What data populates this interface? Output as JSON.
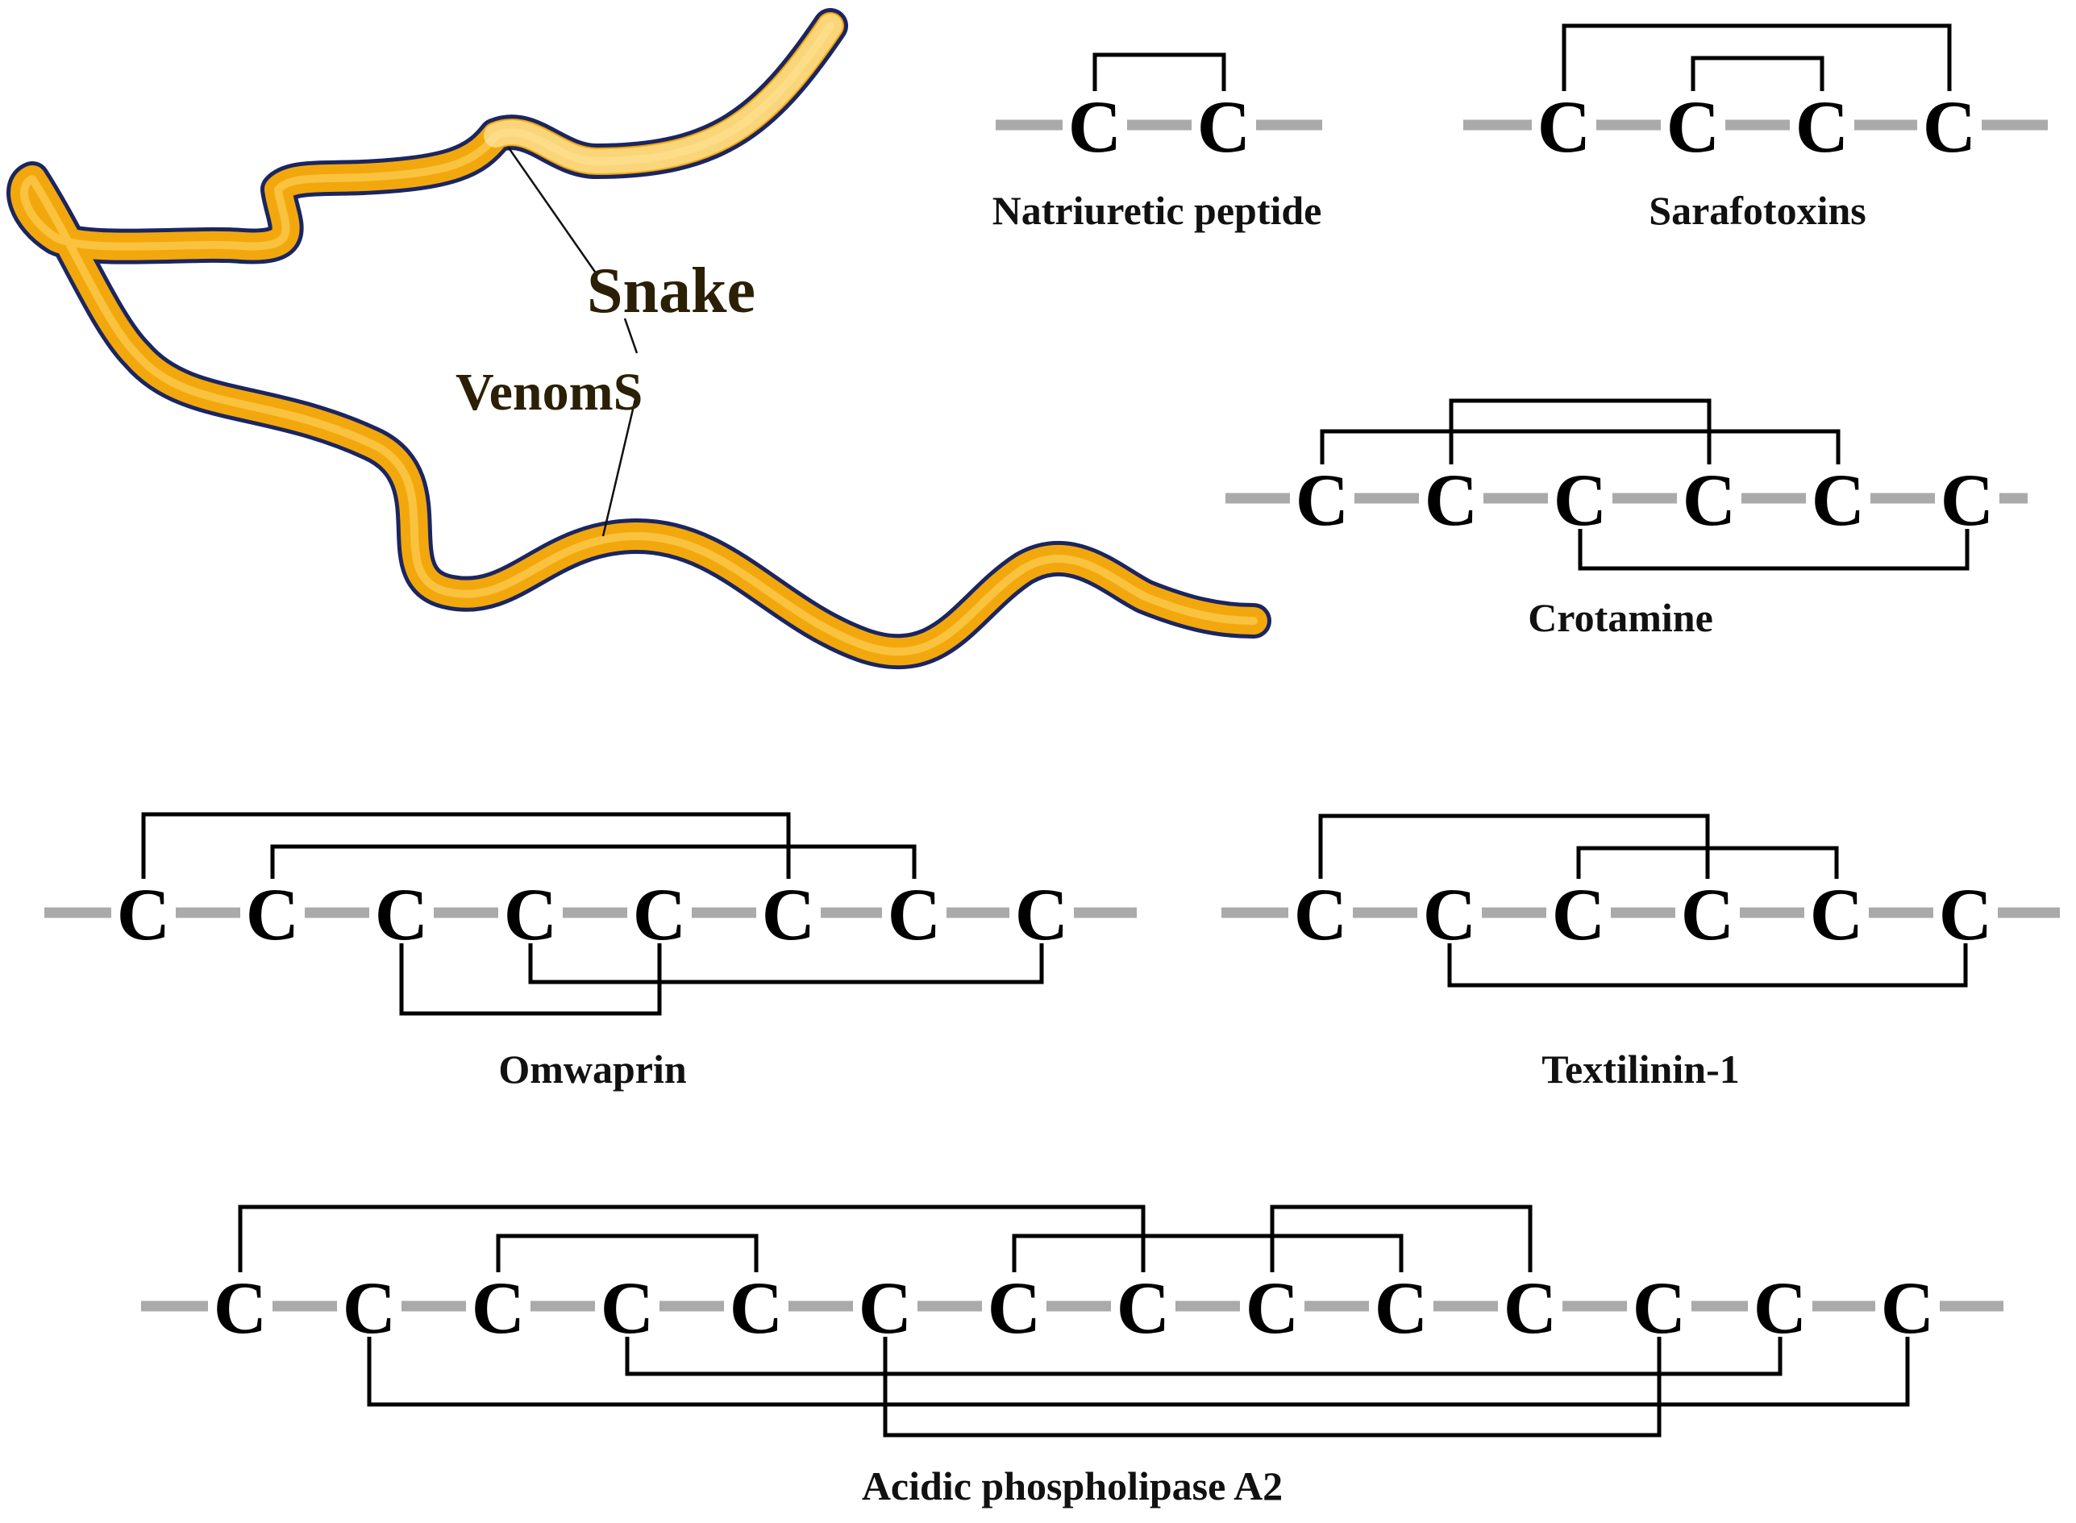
{
  "figure_label": {
    "word1": "Snake",
    "word2": "VenomS"
  },
  "colors": {
    "backbone": "#aaaaaa",
    "bond": "#000000",
    "ribbon_main": "#f2a80c",
    "ribbon_light": "#ffe08a",
    "ribbon_dark": "#1b2560"
  },
  "peptides": [
    {
      "name": "Natriuretic peptide",
      "cysteine_label": "C",
      "cysteines": 2,
      "bonds": [
        [
          1,
          2
        ]
      ]
    },
    {
      "name": "Sarafotoxins",
      "cysteine_label": "C",
      "cysteines": 4,
      "bonds": [
        [
          1,
          4
        ],
        [
          2,
          3
        ]
      ]
    },
    {
      "name": "Crotamine",
      "cysteine_label": "C",
      "cysteines": 6,
      "bonds": [
        [
          1,
          5
        ],
        [
          2,
          4
        ],
        [
          3,
          6
        ]
      ]
    },
    {
      "name": "Omwaprin",
      "cysteine_label": "C",
      "cysteines": 8,
      "bonds": [
        [
          1,
          6
        ],
        [
          2,
          7
        ],
        [
          3,
          5
        ],
        [
          4,
          8
        ]
      ]
    },
    {
      "name": "Textilinin-1",
      "cysteine_label": "C",
      "cysteines": 6,
      "bonds": [
        [
          1,
          4
        ],
        [
          2,
          6
        ],
        [
          3,
          5
        ]
      ]
    },
    {
      "name": "Acidic phospholipase A2",
      "cysteine_label": "C",
      "cysteines": 14,
      "bonds": [
        [
          1,
          8
        ],
        [
          2,
          14
        ],
        [
          3,
          5
        ],
        [
          4,
          13
        ],
        [
          6,
          12
        ],
        [
          7,
          10
        ],
        [
          9,
          11
        ]
      ]
    }
  ]
}
